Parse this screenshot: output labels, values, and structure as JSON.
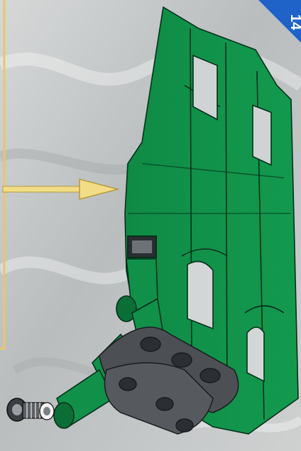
{
  "page": {
    "step_number": "14",
    "badge_color": "#1f63c8"
  },
  "colors": {
    "background": "#c4c7c8",
    "part_green": "#11904a",
    "part_green_dark": "#0b6e36",
    "beam_gray": "#4c5055",
    "callout_frame": "#e8c768",
    "arrow_fill": "#f2dd86",
    "outline": "#05301a"
  },
  "icons": {
    "step_badge": "step-number-badge",
    "arrow": "placement-arrow",
    "connector": "tire-connector-icon"
  }
}
